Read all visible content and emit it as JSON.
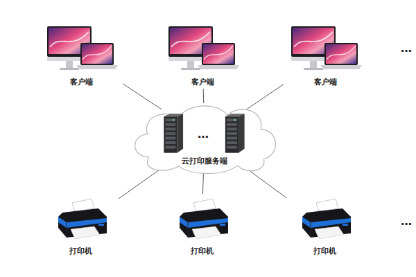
{
  "diagram": {
    "nodes": [
      {
        "text": [
          "客户端"
        ]
      },
      {
        "text": [
          "客户端"
        ]
      },
      {
        "text": [
          "客户端"
        ]
      },
      {
        "text": [
          "云打印服务端"
        ]
      },
      {
        "text": [
          "打印机"
        ]
      },
      {
        "text": [
          "打印机"
        ]
      },
      {
        "text": [
          "打印机"
        ]
      }
    ],
    "edges": [
      {
        "from": 0,
        "to": 3,
        "arrow": "none"
      },
      {
        "from": 1,
        "to": 3,
        "arrow": "none"
      },
      {
        "from": 2,
        "to": 3,
        "arrow": "none"
      },
      {
        "from": 3,
        "to": 4,
        "arrow": "none"
      },
      {
        "from": 3,
        "to": 5,
        "arrow": "none"
      },
      {
        "from": 3,
        "to": 6,
        "arrow": "none"
      }
    ],
    "labels": [
      "…",
      "…",
      "…"
    ]
  }
}
